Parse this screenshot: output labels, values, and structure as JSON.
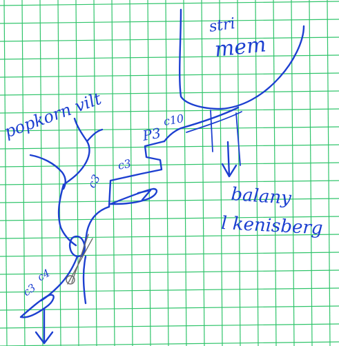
{
  "colors": {
    "paper": "#ffffff",
    "grid": "#2fc46a",
    "ink": "#1c3fd0",
    "pencil": "#6b6b6b"
  },
  "labels": {
    "top_line1": "stri",
    "top_line2": "mem",
    "left_title": "popkorn vilt",
    "c10": "c10",
    "p3": "P3",
    "c3_top": "c3",
    "c3_mid": "c3",
    "c4": "c4",
    "c3_bottom": "c3",
    "right_line1": "balany",
    "right_line2": "l kenisberg"
  }
}
